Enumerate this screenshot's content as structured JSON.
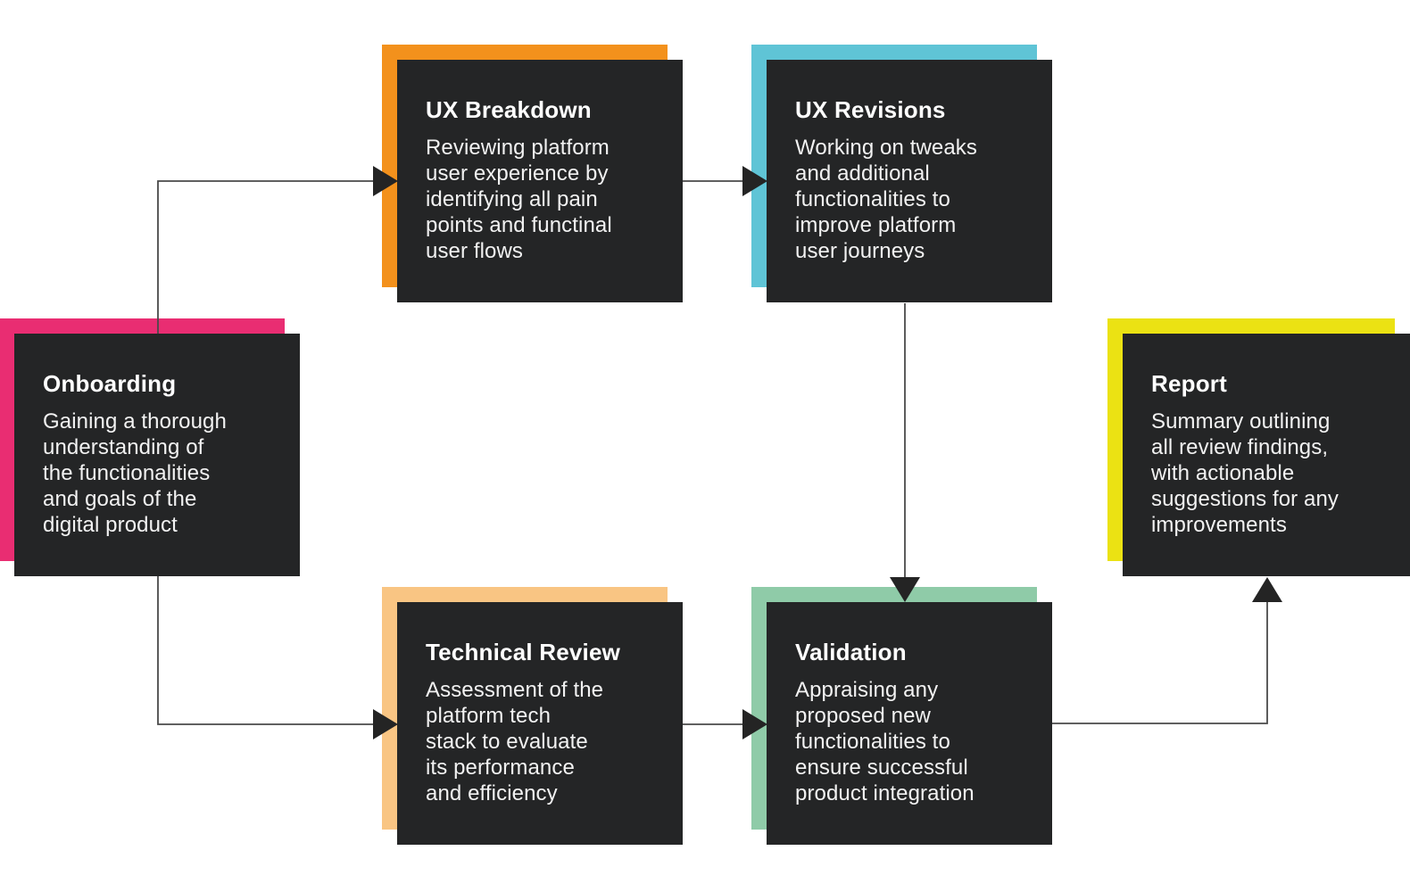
{
  "diagram": {
    "background_color": "#ffffff",
    "box_color": "#242526",
    "text_color": "#f2f2f2",
    "title_color": "#ffffff",
    "line_color": "#4a4a4a",
    "arrow_color": "#242424",
    "nodes": [
      {
        "id": "onboarding",
        "title": "Onboarding",
        "body": "Gaining a thorough\nunderstanding of\nthe functionalities\nand goals of the\ndigital product",
        "accent_color": "#e92d72"
      },
      {
        "id": "ux-breakdown",
        "title": "UX Breakdown",
        "body": "Reviewing platform\nuser experience by\nidentifying all pain\npoints and functinal\nuser flows",
        "accent_color": "#f3911c"
      },
      {
        "id": "ux-revisions",
        "title": "UX Revisions",
        "body": "Working on tweaks\nand additional\nfunctionalities to\nimprove platform\nuser journeys",
        "accent_color": "#5fc4d6"
      },
      {
        "id": "technical-review",
        "title": "Technical Review",
        "body": "Assessment of the\nplatform tech\nstack to evaluate\nits performance\nand efficiency",
        "accent_color": "#f9c583"
      },
      {
        "id": "validation",
        "title": "Validation",
        "body": "Appraising any\nproposed new\nfunctionalities to\nensure successful\nproduct integration",
        "accent_color": "#8fcba8"
      },
      {
        "id": "report",
        "title": "Report",
        "body": "Summary outlining\nall review findings,\nwith actionable\nsuggestions for any\nimprovements",
        "accent_color": "#ebe213"
      }
    ],
    "edges": [
      {
        "from": "Onboarding",
        "to": "UX Breakdown"
      },
      {
        "from": "UX Breakdown",
        "to": "UX Revisions"
      },
      {
        "from": "UX Revisions",
        "to": "Validation"
      },
      {
        "from": "Onboarding",
        "to": "Technical Review"
      },
      {
        "from": "Technical Review",
        "to": "Validation"
      },
      {
        "from": "Validation",
        "to": "Report"
      }
    ]
  }
}
